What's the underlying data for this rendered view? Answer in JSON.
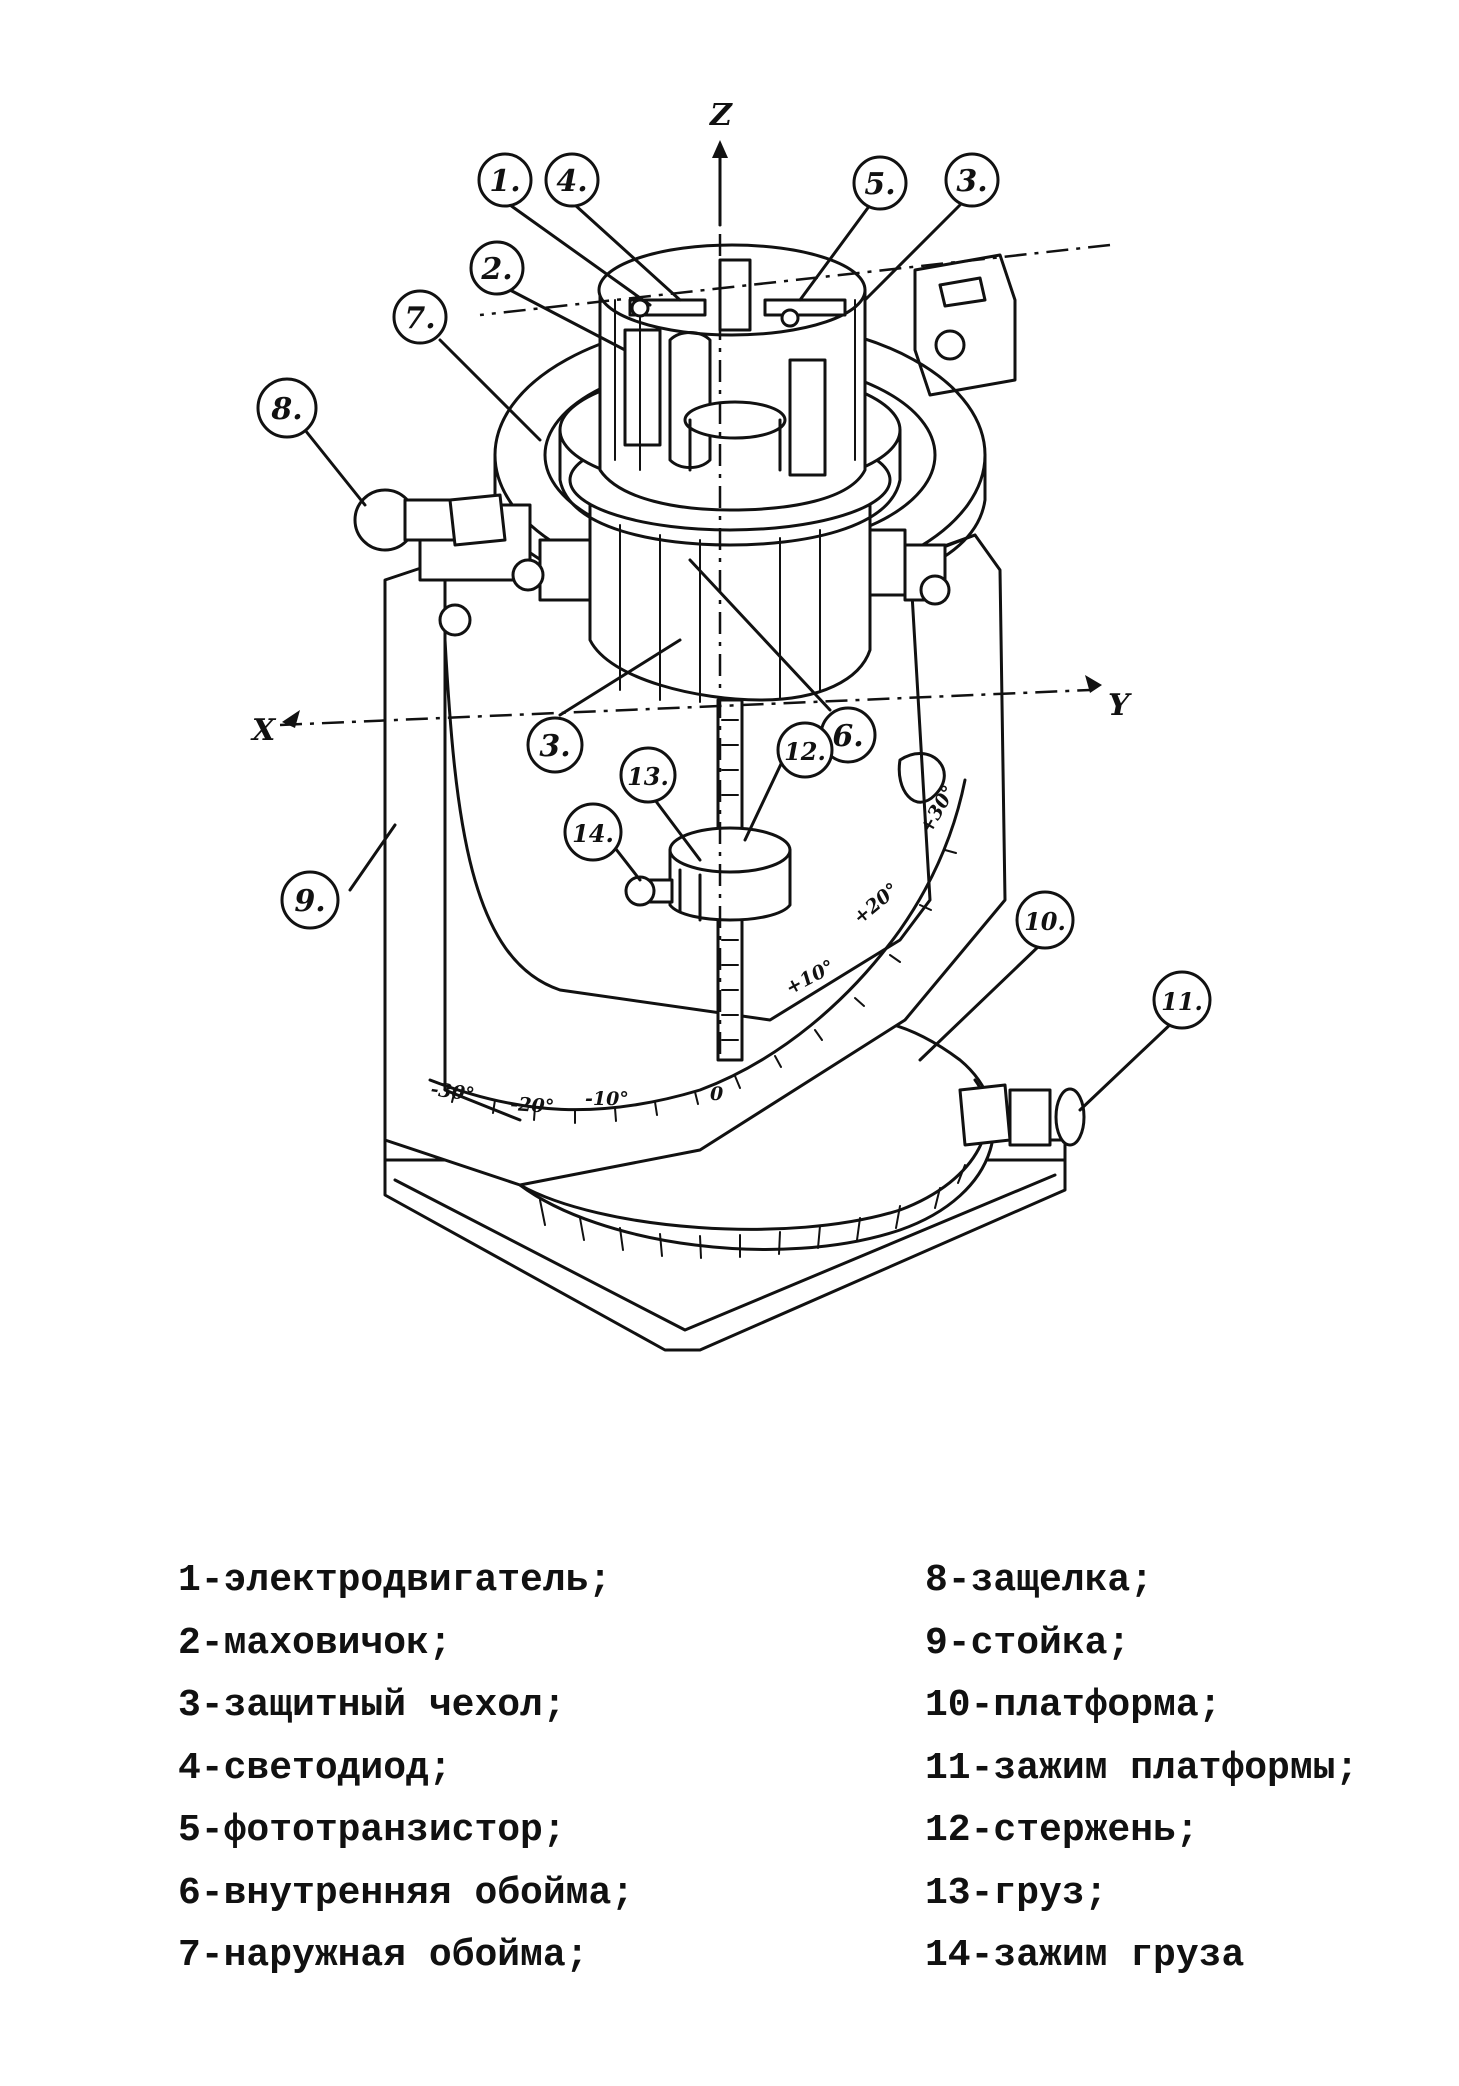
{
  "figure": {
    "axes": {
      "z": "Z",
      "x": "X",
      "y": "Y"
    },
    "callouts": [
      "1.",
      "4.",
      "5.",
      "3.",
      "2.",
      "7.",
      "8.",
      "3.",
      "6.",
      "12.",
      "13.",
      "14.",
      "9.",
      "10.",
      "11."
    ],
    "scale_labels": [
      "-30°",
      "-20°",
      "-10°",
      "0",
      "+10°",
      "+20°",
      "+30°"
    ]
  },
  "legend": {
    "left": [
      "1-электродвигатель;",
      "2-маховичок;",
      "3-защитный чехол;",
      "4-светодиод;",
      "5-фототранзистор;",
      "6-внутренняя обойма;",
      "7-наружная обойма;"
    ],
    "right": [
      "8-защелка;",
      "9-стойка;",
      "10-платформа;",
      "11-зажим платформы;",
      "12-стержень;",
      "13-груз;",
      "14-зажим груза"
    ]
  }
}
